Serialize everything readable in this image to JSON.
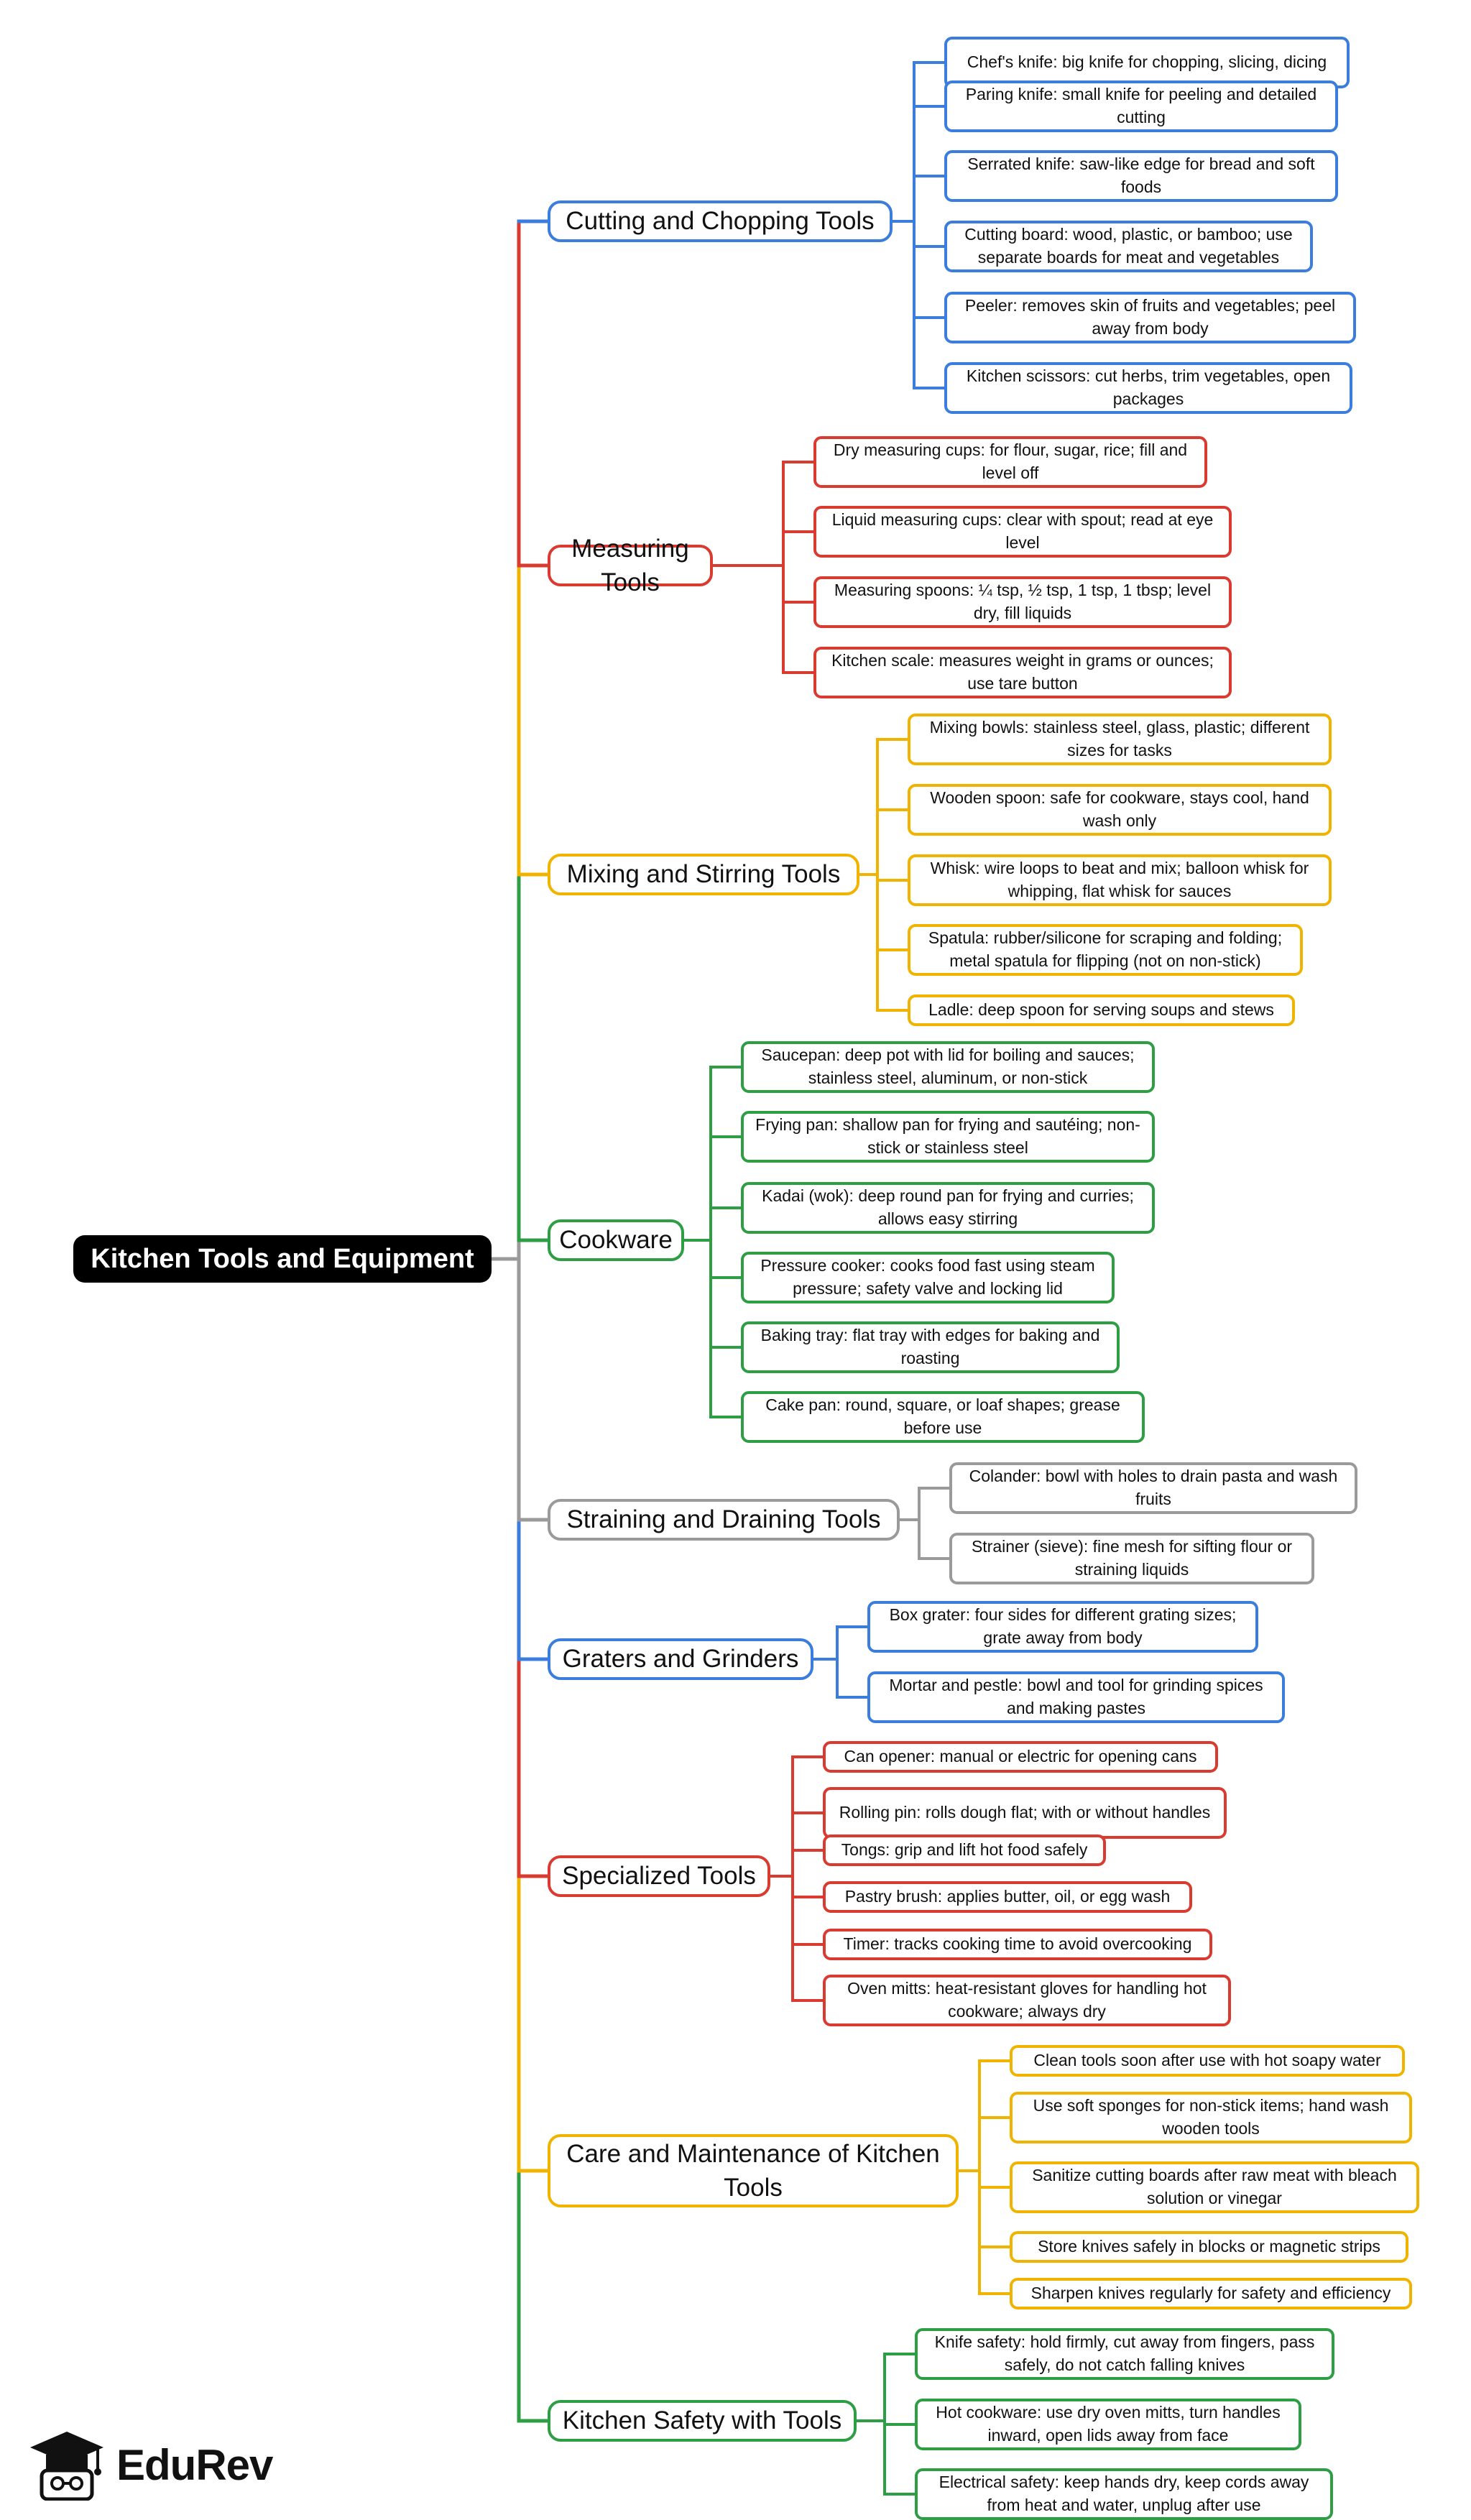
{
  "root": {
    "label": "Kitchen Tools and Equipment"
  },
  "brand": {
    "name": "EduRev",
    "icon": "graduation-cap-icon"
  },
  "colors": {
    "blue": "#3b7ddd",
    "red": "#d93b30",
    "yellow": "#f0b400",
    "green": "#2e9e44",
    "gray": "#9a9a9a"
  },
  "branches": [
    {
      "label": "Cutting and Chopping Tools",
      "color": "blue",
      "items": [
        "Chef's knife: big knife for chopping, slicing, dicing",
        "Paring knife: small knife for peeling and detailed cutting",
        "Serrated knife: saw-like edge for bread and soft foods",
        "Cutting board: wood, plastic, or bamboo; use separate boards for meat and vegetables",
        "Peeler: removes skin of fruits and vegetables; peel away from body",
        "Kitchen scissors: cut herbs, trim vegetables, open packages"
      ]
    },
    {
      "label": "Measuring Tools",
      "color": "red",
      "items": [
        "Dry measuring cups: for flour, sugar, rice; fill and level off",
        "Liquid measuring cups: clear with spout; read at eye level",
        "Measuring spoons: ¼ tsp, ½ tsp, 1 tsp, 1 tbsp; level dry, fill liquids",
        "Kitchen scale: measures weight in grams or ounces; use tare button"
      ]
    },
    {
      "label": "Mixing and Stirring Tools",
      "color": "yellow",
      "items": [
        "Mixing bowls: stainless steel, glass, plastic; different sizes for tasks",
        "Wooden spoon: safe for cookware, stays cool, hand wash only",
        "Whisk: wire loops to beat and mix; balloon whisk for whipping, flat whisk for sauces",
        "Spatula: rubber/silicone for scraping and folding; metal spatula for flipping (not on non-stick)",
        "Ladle: deep spoon for serving soups and stews"
      ]
    },
    {
      "label": "Cookware",
      "color": "green",
      "items": [
        "Saucepan: deep pot with lid for boiling and sauces; stainless steel, aluminum, or non-stick",
        "Frying pan: shallow pan for frying and sautéing; non-stick or stainless steel",
        "Kadai (wok): deep round pan for frying and curries; allows easy stirring",
        "Pressure cooker: cooks food fast using steam pressure; safety valve and locking lid",
        "Baking tray: flat tray with edges for baking and roasting",
        "Cake pan: round, square, or loaf shapes; grease before use"
      ]
    },
    {
      "label": "Straining and Draining Tools",
      "color": "gray",
      "items": [
        "Colander: bowl with holes to drain pasta and wash fruits",
        "Strainer (sieve): fine mesh for sifting flour or straining liquids"
      ]
    },
    {
      "label": "Graters and Grinders",
      "color": "blue",
      "items": [
        "Box grater: four sides for different grating sizes; grate away from body",
        "Mortar and pestle: bowl and tool for grinding spices and making pastes"
      ]
    },
    {
      "label": "Specialized Tools",
      "color": "red",
      "items": [
        "Can opener: manual or electric for opening cans",
        "Rolling pin: rolls dough flat; with or without handles",
        "Tongs: grip and lift hot food safely",
        "Pastry brush: applies butter, oil, or egg wash",
        "Timer: tracks cooking time to avoid overcooking",
        "Oven mitts: heat-resistant gloves for handling hot cookware; always dry"
      ]
    },
    {
      "label": "Care and Maintenance of Kitchen Tools",
      "color": "yellow",
      "items": [
        "Clean tools soon after use with hot soapy water",
        "Use soft sponges for non-stick items; hand wash wooden tools",
        "Sanitize cutting boards after raw meat with bleach solution or vinegar",
        "Store knives safely in blocks or magnetic strips",
        "Sharpen knives regularly for safety and efficiency"
      ]
    },
    {
      "label": "Kitchen Safety with Tools",
      "color": "green",
      "items": [
        "Knife safety: hold firmly, cut away from fingers, pass safely, do not catch falling knives",
        "Hot cookware: use dry oven mitts, turn handles inward, open lids away from face",
        "Electrical safety: keep hands dry, keep cords away from heat and water, unplug after use"
      ]
    }
  ]
}
